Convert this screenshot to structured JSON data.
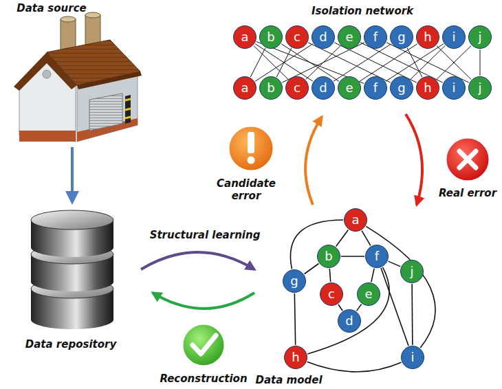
{
  "diagram": {
    "nodes": [
      {
        "text": [
          "a"
        ]
      },
      {
        "text": [
          "b"
        ]
      },
      {
        "text": [
          "c"
        ]
      },
      {
        "text": [
          "d"
        ]
      },
      {
        "text": [
          "e"
        ]
      },
      {
        "text": [
          "f"
        ]
      },
      {
        "text": [
          "g"
        ]
      },
      {
        "text": [
          "h"
        ]
      },
      {
        "text": [
          "i"
        ]
      },
      {
        "text": [
          "j"
        ]
      },
      {
        "text": [
          "a"
        ]
      },
      {
        "text": [
          "b"
        ]
      },
      {
        "text": [
          "c"
        ]
      },
      {
        "text": [
          "d"
        ]
      },
      {
        "text": [
          "e"
        ]
      },
      {
        "text": [
          "f"
        ]
      },
      {
        "text": [
          "g"
        ]
      },
      {
        "text": [
          "h"
        ]
      },
      {
        "text": [
          "i"
        ]
      },
      {
        "text": [
          "j"
        ]
      },
      {
        "text": [
          "a"
        ]
      },
      {
        "text": [
          "b"
        ]
      },
      {
        "text": [
          "f"
        ]
      },
      {
        "text": [
          "j"
        ]
      },
      {
        "text": [
          "g"
        ]
      },
      {
        "text": [
          "c"
        ]
      },
      {
        "text": [
          "e"
        ]
      },
      {
        "text": [
          "d"
        ]
      },
      {
        "text": [
          "h"
        ]
      },
      {
        "text": [
          "i"
        ]
      }
    ],
    "edges": [
      {
        "from": 0,
        "to": 12,
        "arrow": "none"
      },
      {
        "from": 0,
        "to": 13,
        "arrow": "none"
      },
      {
        "from": 0,
        "to": 15,
        "arrow": "none"
      },
      {
        "from": 1,
        "to": 10,
        "arrow": "none"
      },
      {
        "from": 1,
        "to": 14,
        "arrow": "none"
      },
      {
        "from": 2,
        "to": 11,
        "arrow": "none"
      },
      {
        "from": 2,
        "to": 16,
        "arrow": "none"
      },
      {
        "from": 3,
        "to": 10,
        "arrow": "none"
      },
      {
        "from": 3,
        "to": 17,
        "arrow": "none"
      },
      {
        "from": 4,
        "to": 12,
        "arrow": "none"
      },
      {
        "from": 4,
        "to": 18,
        "arrow": "none"
      },
      {
        "from": 5,
        "to": 11,
        "arrow": "none"
      },
      {
        "from": 5,
        "to": 19,
        "arrow": "none"
      },
      {
        "from": 6,
        "to": 13,
        "arrow": "none"
      },
      {
        "from": 6,
        "to": 17,
        "arrow": "none"
      },
      {
        "from": 7,
        "to": 14,
        "arrow": "none"
      },
      {
        "from": 7,
        "to": 19,
        "arrow": "none"
      },
      {
        "from": 8,
        "to": 15,
        "arrow": "none"
      },
      {
        "from": 8,
        "to": 16,
        "arrow": "none"
      },
      {
        "from": 9,
        "to": 17,
        "arrow": "none"
      },
      {
        "from": 9,
        "to": 19,
        "arrow": "none"
      },
      {
        "from": 20,
        "to": 21,
        "arrow": "none"
      },
      {
        "from": 20,
        "to": 22,
        "arrow": "none"
      },
      {
        "from": 20,
        "to": 24,
        "arrow": "none"
      },
      {
        "from": 20,
        "to": 29,
        "arrow": "none"
      },
      {
        "from": 21,
        "to": 22,
        "arrow": "none"
      },
      {
        "from": 21,
        "to": 24,
        "arrow": "none"
      },
      {
        "from": 21,
        "to": 25,
        "arrow": "none"
      },
      {
        "from": 22,
        "to": 26,
        "arrow": "none"
      },
      {
        "from": 22,
        "to": 23,
        "arrow": "none"
      },
      {
        "from": 22,
        "to": 29,
        "arrow": "none"
      },
      {
        "from": 22,
        "to": 28,
        "arrow": "none"
      },
      {
        "from": 25,
        "to": 27,
        "arrow": "none"
      },
      {
        "from": 26,
        "to": 27,
        "arrow": "none"
      },
      {
        "from": 24,
        "to": 28,
        "arrow": "none"
      },
      {
        "from": 23,
        "to": 29,
        "arrow": "none"
      },
      {
        "from": 28,
        "to": 29,
        "arrow": "none"
      }
    ],
    "labels": [
      "Data source",
      "Isolation network",
      "Candidate error",
      "Real error",
      "Structural learning",
      "Data repository",
      "Reconstruction",
      "Data model"
    ]
  }
}
